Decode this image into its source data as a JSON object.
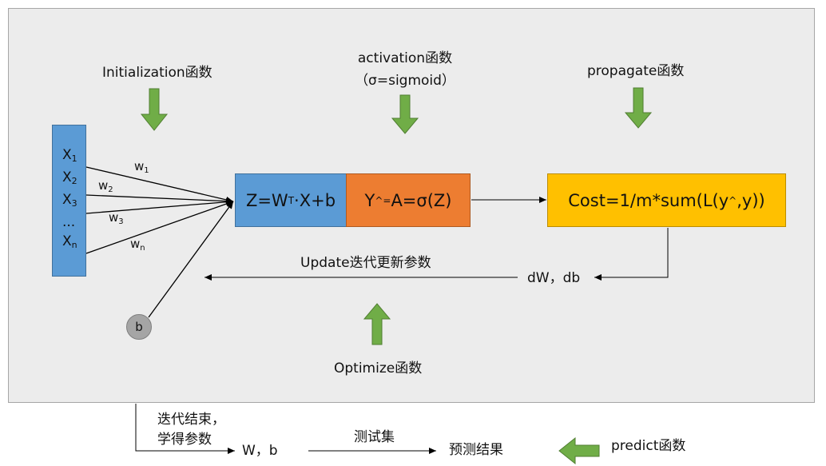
{
  "labels": {
    "initialization": "Initialization函数",
    "activation_line1": "activation函数",
    "activation_line2": "（σ=sigmoid）",
    "propagate": "propagate函数",
    "optimize": "Optimize函数",
    "predict": "predict函数",
    "update": "Update迭代更新参数",
    "gradients": "dW，db",
    "done_line1": "迭代结束，",
    "done_line2": "学得参数",
    "learned_params": "W，b",
    "test_set": "测试集",
    "prediction": "预测结果"
  },
  "inputs": {
    "x_symbol": "X",
    "rows": [
      {
        "sub": "1"
      },
      {
        "sub": "2"
      },
      {
        "sub": "3"
      },
      {
        "text": "..."
      },
      {
        "sub": "n"
      }
    ]
  },
  "weights": [
    {
      "base": "w",
      "sub": "1"
    },
    {
      "base": "w",
      "sub": "2"
    },
    {
      "base": "w",
      "sub": "3"
    },
    {
      "base": "w",
      "sub": "n"
    }
  ],
  "bias": "b",
  "linear_box": {
    "pre": "Z=W",
    "sup": "T",
    "post": "·X+b"
  },
  "activation_box": {
    "pre": "Y",
    "sup": "^=",
    "post": "A=σ(Z)"
  },
  "cost_box": {
    "pre": "Cost=1/m*sum(L(y",
    "sup": "^",
    "post": ",y))"
  },
  "colors": {
    "panel": "#ececec",
    "input_box": "#5b9bd5",
    "linear_box": "#5b9bd5",
    "activation_box": "#ed7d31",
    "cost_box": "#ffc000",
    "arrow_green": "#70ad47",
    "bias_node": "#a5a5a5"
  },
  "icons": {
    "step_arrow": "green-block-arrow",
    "flow_arrow": "line-arrow"
  }
}
